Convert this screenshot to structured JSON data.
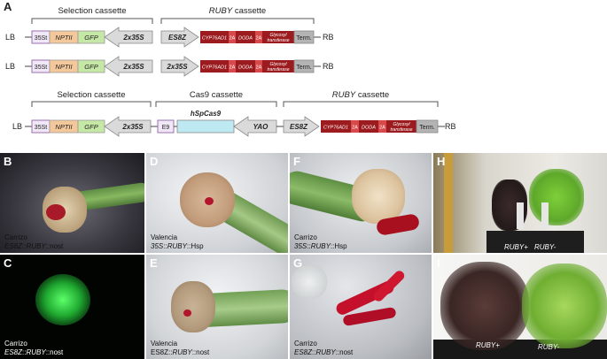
{
  "panel_a": {
    "letter": "A",
    "left_border": "LB",
    "right_border": "RB",
    "cassette_selection": "Selection cassette",
    "cassette_cas9": "Cas9 cassette",
    "cassette_ruby": "RUBY",
    "cassette_word": "cassette",
    "p35s_t": "35St",
    "nptii": "NPTII",
    "gfp": "GFP",
    "p2x35s": "2x35S",
    "es8z": "ES8Z",
    "cyp": "CYP76AD1",
    "t2a": "2A",
    "doda": "DODA",
    "glyco_1": "Glycosyl",
    "glyco_2": "transferase",
    "term": "Term.",
    "e9": "E9",
    "hspcas9": "hSpCas9",
    "yao": "YAO"
  },
  "panels": {
    "B": {
      "letter": "B",
      "line1": "Carrizo",
      "line2_a": "ES8Z",
      "line2_b": "::",
      "line2_c": "RUBY",
      "line2_d": "::nost"
    },
    "C": {
      "letter": "C",
      "line1": "Carrizo",
      "line2_a": "ES8Z",
      "line2_b": "::",
      "line2_c": "RUBY",
      "line2_d": "::nost"
    },
    "D": {
      "letter": "D",
      "line1": "Valencia",
      "line2_a": "35S",
      "line2_b": "::",
      "line2_c": "RUBY",
      "line2_d": "::Hsp"
    },
    "E": {
      "letter": "E",
      "line1": "Valencia",
      "line2_a": "ES8Z",
      "line2_b": "::",
      "line2_c": "RUBY",
      "line2_d": "::nost"
    },
    "F": {
      "letter": "F",
      "line1": "Carrizo",
      "line2_a": "35S",
      "line2_b": "::",
      "line2_c": "RUBY",
      "line2_d": "::Hsp"
    },
    "G": {
      "letter": "G",
      "line1": "Carrizo",
      "line2_a": "ES8Z",
      "line2_b": "::",
      "line2_c": "RUBY",
      "line2_d": "::nost"
    },
    "H": {
      "letter": "H",
      "plus": "RUBY+",
      "minus": "RUBY-"
    },
    "I": {
      "letter": "I",
      "plus": "RUBY+",
      "minus": "RUBY-"
    }
  },
  "colors": {
    "ruby_red": "#9b1b1e",
    "light_red": "#d7494b",
    "gfp_green": "#c6e8a6",
    "nptii_orange": "#f5c89c",
    "cas9_blue": "#bfe9f2",
    "purple_box": "#9b6fb0",
    "term_gray": "#b4b4b4",
    "arrow_gray": "#dadada"
  }
}
